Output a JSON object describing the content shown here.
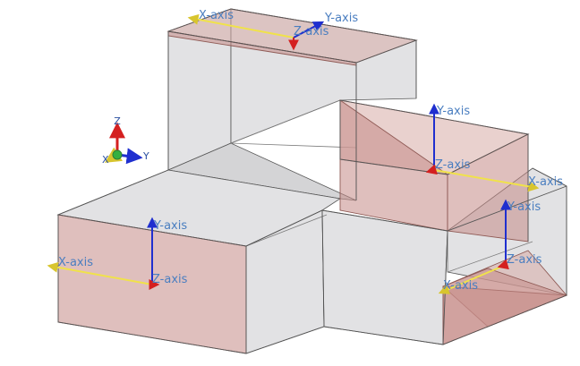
{
  "viewport": {
    "background": "#ffffff"
  },
  "colors": {
    "x_axis": "#f0e24a",
    "y_axis": "#1f2fcf",
    "z_axis": "#d42020",
    "label": "#4a7ec0",
    "port_face": "#c48b86",
    "body_face": "#e2e2e4"
  },
  "triad": {
    "z_label": "Z",
    "y_label": "Y",
    "x_label": "X"
  },
  "ports": [
    {
      "id": "port-top",
      "x_label": "X-axis",
      "y_label": "Y-axis",
      "z_label": "Z-axis"
    },
    {
      "id": "port-right",
      "x_label": "X-axis",
      "y_label": "Y-axis",
      "z_label": "Z-axis"
    },
    {
      "id": "port-left",
      "x_label": "X-axis",
      "y_label": "Y-axis",
      "z_label": "Z-axis"
    },
    {
      "id": "port-front",
      "x_label": "X-axis",
      "y_label": "Y-axis",
      "z_label": "Z-axis"
    }
  ]
}
